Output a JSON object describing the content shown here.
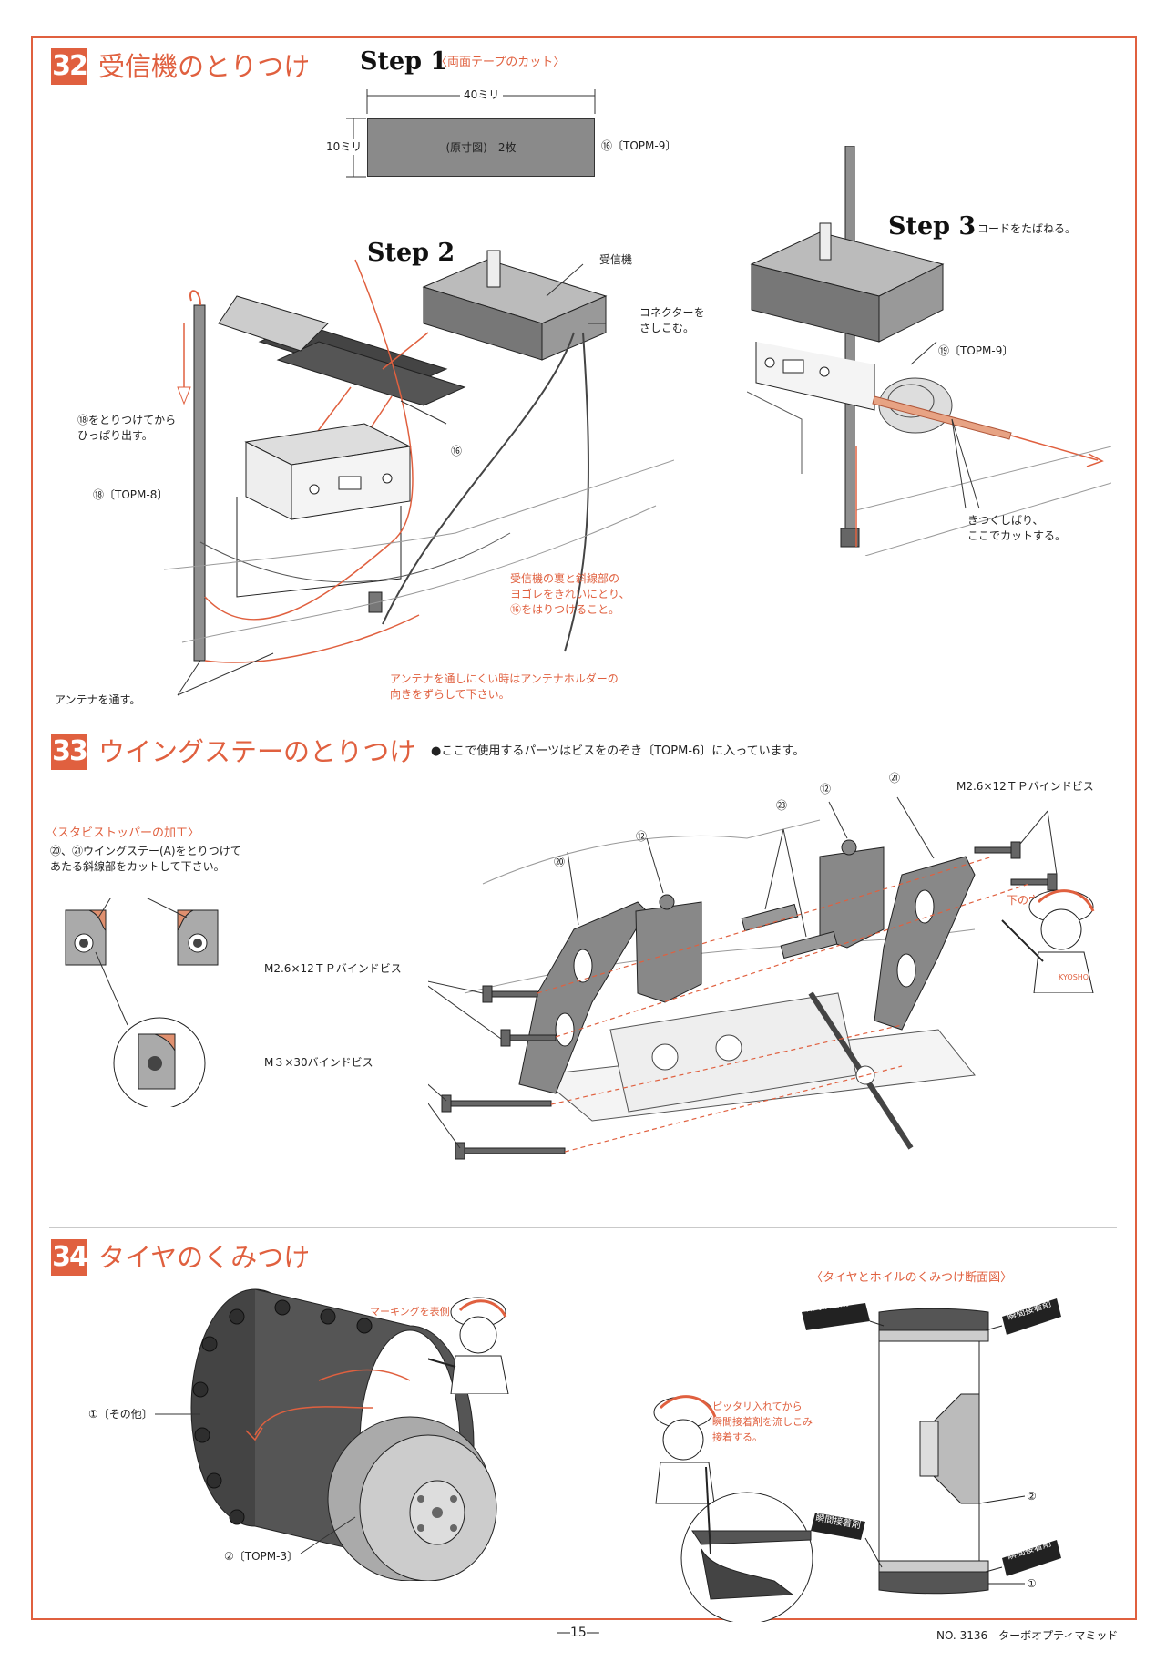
{
  "sections": {
    "s32": {
      "number": "32",
      "title": "受信機のとりつけ"
    },
    "s33": {
      "number": "33",
      "title": "ウイングステーのとりつけ",
      "note": "●ここで使用するパーツはビスをのぞき〔TOPM-6〕に入っています。"
    },
    "s34": {
      "number": "34",
      "title": "タイヤのくみつけ"
    }
  },
  "step1": {
    "label": "Step 1",
    "sub": "〈両面テープのカット〉",
    "width": "40ミリ",
    "height": "10ミリ",
    "tape_text": "(原寸図)　2枚",
    "part": "⑯〔TOPM-9〕"
  },
  "step2": {
    "label": "Step 2",
    "receiver": "受信機",
    "connector": "コネクターを\nさしこむ。",
    "part116": "⑯",
    "antenna_pull": "⑱をとりつけてから\nひっぱり出す。",
    "antenna_part": "⑱〔TOPM-8〕",
    "clean_note": "受信機の裏と斜線部の\nヨゴレをきれいにとり、\n⑯をはりつけること。",
    "antenna_pass": "アンテナを通す。",
    "holder_note": "アンテナを通しにくい時はアンテナホルダーの\n向きをずらして下さい。"
  },
  "step3": {
    "label": "Step 3",
    "sub": "コードをたばねる。",
    "part": "⑲〔TOPM-9〕",
    "cut_note": "きつくしばり、\nここでカットする。"
  },
  "s33": {
    "stabi_title": "〈スタビストッパーの加工〉",
    "stabi_text": "⑳、㉑ウイングステー(A)をとりつけて\nあたる斜線部をカットして下さい。",
    "screw_tp": "M2.6×12ＴＰバインドビス",
    "screw_tp2": "M2.6×12ＴＰバインドビス",
    "screw_m3": "M３×30バインドビス",
    "hole": "下の穴",
    "p120": "⑳",
    "p122a": "⑫",
    "p123": "㉓",
    "p122b": "⑫",
    "p121": "㉑"
  },
  "s34": {
    "marking": "マーキングを表側に。",
    "tire": "①〔その他〕",
    "wheel": "②〔TOPM-3〕",
    "section_title": "〈タイヤとホイルのくみつけ断面図〉",
    "glue_label": "瞬間接着剤",
    "glue_note": "ピッタリ入れてから\n瞬間接着剤を流しこみ\n接着する。",
    "n2": "②",
    "n1": "①",
    "brand": "KYOSHO"
  },
  "footer": {
    "page": "―15―",
    "model": "NO. 3136　ターボオプティマミッド"
  },
  "colors": {
    "accent": "#e0603f",
    "ink": "#222222",
    "part_fill": "#8a8a8a"
  }
}
